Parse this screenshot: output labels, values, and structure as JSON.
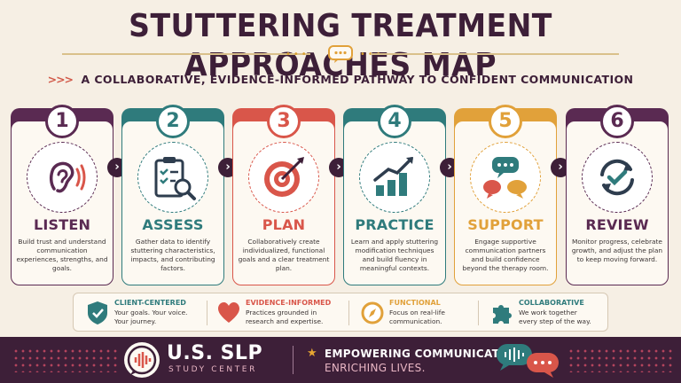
{
  "header": {
    "title": "STUTTERING TREATMENT APPROACHES MAP",
    "subtitle_chev": ">>>",
    "subtitle": "A COLLABORATIVE, EVIDENCE-INFORMED PATHWAY TO CONFIDENT COMMUNICATION",
    "center_icon": "chat-bubble-icon"
  },
  "steps": [
    {
      "number": "1",
      "name": "LISTEN",
      "icon": "ear-icon",
      "color": "#5a2a52",
      "description": "Build trust and understand communication experiences, strengths, and goals."
    },
    {
      "number": "2",
      "name": "ASSESS",
      "icon": "clipboard-magnifier-icon",
      "color": "#2f7b7c",
      "description": "Gather data to identify stuttering characteristics, impacts, and contributing factors."
    },
    {
      "number": "3",
      "name": "PLAN",
      "icon": "target-icon",
      "color": "#d9564a",
      "description": "Collaboratively create individualized, functional goals and a clear treatment plan."
    },
    {
      "number": "4",
      "name": "PRACTICE",
      "icon": "growth-chart-icon",
      "color": "#2f7b7c",
      "description": "Learn and apply stuttering modification techniques and build fluency in meaningful contexts."
    },
    {
      "number": "5",
      "name": "SUPPORT",
      "icon": "speech-bubbles-icon",
      "color": "#e1a13a",
      "description": "Engage supportive communication partners and build confidence beyond the therapy room."
    },
    {
      "number": "6",
      "name": "REVIEW",
      "icon": "refresh-check-icon",
      "color": "#5a2a52",
      "description": "Monitor progress, celebrate growth, and adjust the plan to keep moving forward."
    }
  ],
  "arrow_glyph": "›",
  "values": [
    {
      "title": "CLIENT-CENTERED",
      "line1": "Your goals. Your voice.",
      "line2": "Your journey.",
      "icon": "shield-check-icon",
      "color": "#2f7b7c"
    },
    {
      "title": "EVIDENCE-INFORMED",
      "line1": "Practices grounded in",
      "line2": "research and expertise.",
      "icon": "heart-icon",
      "color": "#d9564a"
    },
    {
      "title": "FUNCTIONAL",
      "line1": "Focus on real-life",
      "line2": "communication.",
      "icon": "compass-icon",
      "color": "#e1a13a"
    },
    {
      "title": "COLLABORATIVE",
      "line1": "We work together",
      "line2": "every step of the way.",
      "icon": "puzzle-icon",
      "color": "#2f7b7c"
    }
  ],
  "footer": {
    "logo_title": "U.S. SLP",
    "logo_subtitle": "STUDY CENTER",
    "tagline_1": "EMPOWERING COMMUNICATORS.",
    "tagline_2": "ENRICHING LIVES.",
    "star_glyph": "★",
    "logo_icon": "speech-wave-icon",
    "bubbles_icon": "chat-wave-bubbles-icon"
  }
}
